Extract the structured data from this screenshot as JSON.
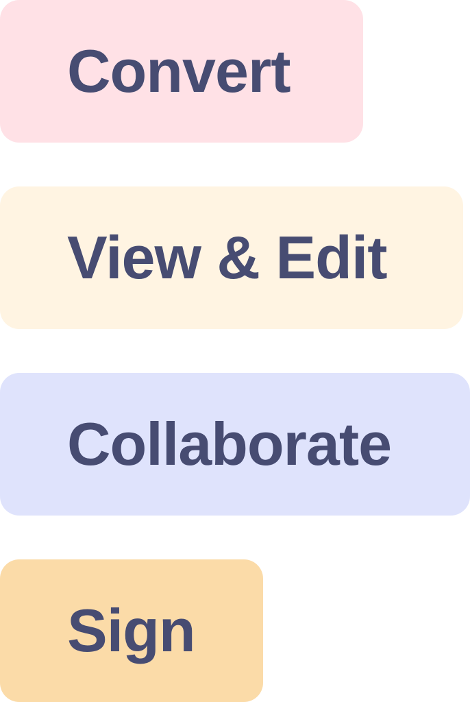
{
  "actions": [
    {
      "id": "convert",
      "label": "Convert",
      "color": "#ffe1e6"
    },
    {
      "id": "view_edit",
      "label": "View & Edit",
      "color": "#fff4e2"
    },
    {
      "id": "collaborate",
      "label": "Collaborate",
      "color": "#dfe3fc"
    },
    {
      "id": "sign",
      "label": "Sign",
      "color": "#fbdba8"
    }
  ],
  "text_color": "#474c72"
}
